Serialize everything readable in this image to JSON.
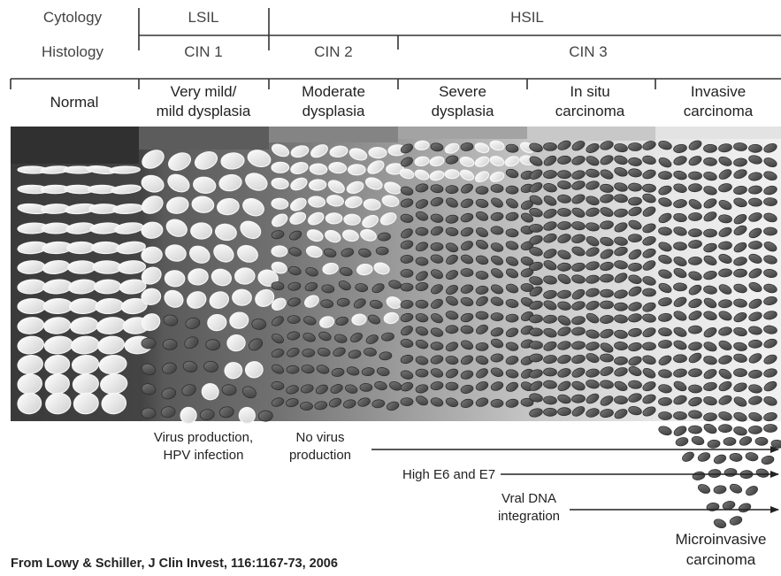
{
  "row_labels": {
    "cytology": "Cytology",
    "histology": "Histology"
  },
  "cytology": {
    "lsil": "LSIL",
    "hsil": "HSIL"
  },
  "histology": {
    "cin1": "CIN 1",
    "cin2": "CIN 2",
    "cin3": "CIN 3"
  },
  "stages": [
    {
      "line1": "Normal",
      "line2": ""
    },
    {
      "line1": "Very mild/",
      "line2": "mild dysplasia"
    },
    {
      "line1": "Moderate",
      "line2": "dysplasia"
    },
    {
      "line1": "Severe",
      "line2": "dysplasia"
    },
    {
      "line1": "In situ",
      "line2": "carcinoma"
    },
    {
      "line1": "Invasive",
      "line2": "carcinoma"
    }
  ],
  "annotations": {
    "virus_production": [
      "Virus production,",
      "HPV infection"
    ],
    "no_virus_production": [
      "No virus",
      "production"
    ],
    "high_e6_e7": "High E6 and E7",
    "viral_dna": [
      "Vral DNA",
      "integration"
    ],
    "microinvasive": [
      "Microinvasive",
      "carcinoma"
    ]
  },
  "credit": "From Lowy & Schiller, J Clin Invest, 116:1167-73, 2006",
  "colors": {
    "panel_shades": [
      "#3b3b3b",
      "#5e5e5e",
      "#8a8a8a",
      "#a9a9a9",
      "#cdcdcd",
      "#e8e8e8"
    ],
    "light_cell": "#e4e4e4",
    "dark_cell": "#4a4a4a",
    "line": "#222222"
  }
}
